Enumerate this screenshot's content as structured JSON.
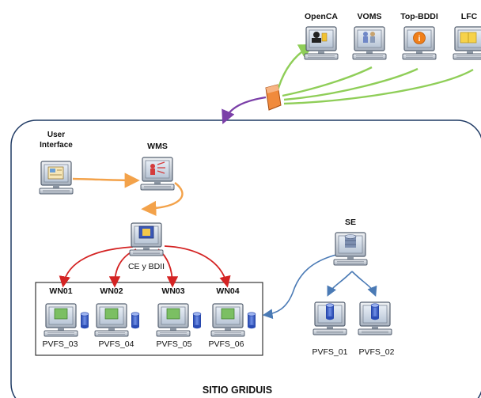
{
  "top_services": {
    "opencaLabel": "OpenCA",
    "vomsLabel": "VOMS",
    "topbddiLabel": "Top-BDDI",
    "lfcLabel": "LFC"
  },
  "cluster": {
    "title": "SITIO GRIDUIS",
    "uiLine1": "User",
    "uiLine2": "Interface",
    "wmsLabel": "WMS",
    "ceLabel": "CE y BDII",
    "seLabel": "SE"
  },
  "worker_nodes": [
    {
      "name": "WN01",
      "storage": "PVFS_03"
    },
    {
      "name": "WN02",
      "storage": "PVFS_04"
    },
    {
      "name": "WN03",
      "storage": "PVFS_05"
    },
    {
      "name": "WN04",
      "storage": "PVFS_06"
    }
  ],
  "storage_nodes": [
    {
      "storage": "PVFS_01"
    },
    {
      "storage": "PVFS_02"
    }
  ],
  "icons": {
    "openca": "certificate-person-icon",
    "voms": "people-group-icon",
    "topbddi": "info-icon",
    "lfc": "file-catalog-icon",
    "ui": "user-interface-icon",
    "wms": "workload-manager-icon",
    "ce": "chip-icon",
    "se": "database-icon",
    "wn": "worker-node-icon",
    "firewall": "firewall-icon"
  },
  "colors": {
    "green_link": "#8fce58",
    "purple_link": "#7b3fa8",
    "orange_link": "#f3a24a",
    "red_link": "#d42323",
    "blue_link": "#4a7ab5",
    "cluster_border": "#1f3a64",
    "firewall": "#f08a3c"
  }
}
